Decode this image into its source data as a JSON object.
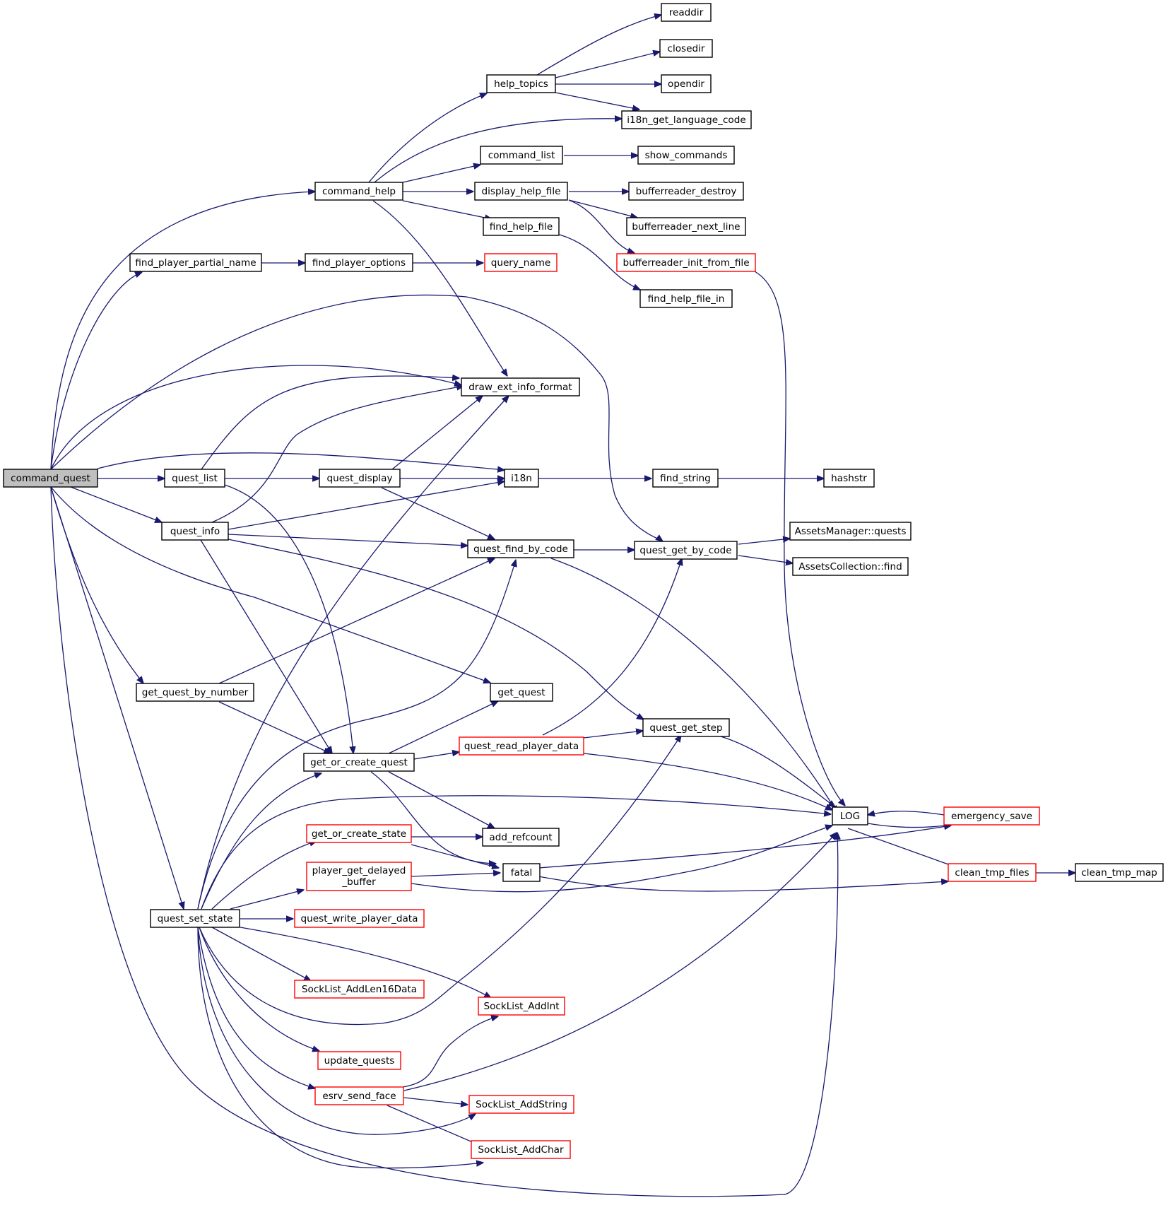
{
  "colors": {
    "edge": "#191970",
    "node_border": "#000000",
    "node_border_red": "#ff0000",
    "root_fill": "#bfbfbf",
    "node_fill": "#ffffff"
  },
  "nodes": {
    "command_quest": "command_quest",
    "command_help": "command_help",
    "find_player_partial_name": "find_player_partial_name",
    "find_player_options": "find_player_options",
    "query_name": "query_name",
    "help_topics": "help_topics",
    "readdir": "readdir",
    "closedir": "closedir",
    "opendir": "opendir",
    "i18n_get_language_code": "i18n_get_language_code",
    "command_list": "command_list",
    "show_commands": "show_commands",
    "display_help_file": "display_help_file",
    "bufferreader_destroy": "bufferreader_destroy",
    "bufferreader_next_line": "bufferreader_next_line",
    "find_help_file": "find_help_file",
    "bufferreader_init_from_file": "bufferreader_init_from_file",
    "find_help_file_in": "find_help_file_in",
    "draw_ext_info_format": "draw_ext_info_format",
    "quest_list": "quest_list",
    "quest_display": "quest_display",
    "i18n": "i18n",
    "find_string": "find_string",
    "hashstr": "hashstr",
    "quest_info": "quest_info",
    "quest_find_by_code": "quest_find_by_code",
    "quest_get_by_code": "quest_get_by_code",
    "assets_manager_quests": "AssetsManager::quests",
    "assets_collection_find": "AssetsCollection::find",
    "get_quest_by_number": "get_quest_by_number",
    "get_quest": "get_quest",
    "quest_get_step": "quest_get_step",
    "quest_read_player_data": "quest_read_player_data",
    "get_or_create_quest": "get_or_create_quest",
    "log": "LOG",
    "emergency_save": "emergency_save",
    "get_or_create_state": "get_or_create_state",
    "add_refcount": "add_refcount",
    "player_get_delayed_buffer_1": "player_get_delayed",
    "player_get_delayed_buffer_2": "_buffer",
    "fatal": "fatal",
    "clean_tmp_files": "clean_tmp_files",
    "clean_tmp_map": "clean_tmp_map",
    "quest_set_state": "quest_set_state",
    "quest_write_player_data": "quest_write_player_data",
    "socklist_addlen16data": "SockList_AddLen16Data",
    "socklist_addint": "SockList_AddInt",
    "update_quests": "update_quests",
    "esrv_send_face": "esrv_send_face",
    "socklist_addstring": "SockList_AddString",
    "socklist_addchar": "SockList_AddChar"
  }
}
